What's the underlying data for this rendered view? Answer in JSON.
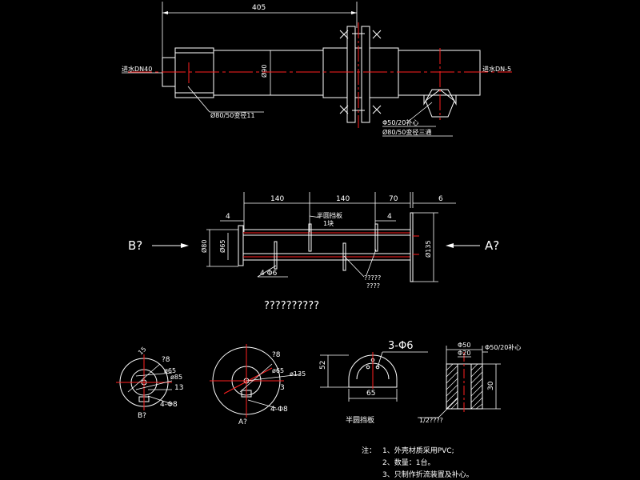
{
  "top_view": {
    "dim_length": "405",
    "label_inlet": "进水DN40",
    "label_outlet": "进水DN-5",
    "label_diameter": "Ø90",
    "label_reducer1": "Ø80/50变径11",
    "label_pipe2": "Φ50/20补心",
    "label_reducer2": "Ø80/50变径三通"
  },
  "section_view": {
    "dim_140a": "140",
    "dim_140b": "140",
    "dim_70": "70",
    "dim_6": "6",
    "dim_4a": "4",
    "dim_4b": "4",
    "label_baffle": "半圆挡板",
    "label_qty": "1块",
    "label_d80": "Ø80",
    "label_d65": "Ø65",
    "label_d135": "Ø135",
    "label_holes": "4 Φ6",
    "label_b": "B?",
    "label_a": "A?",
    "label_q1": "?????",
    "label_q2": "????"
  },
  "caption": "??????????",
  "view_b": {
    "label": "B?",
    "d15": "15",
    "d8": "?8",
    "d65": "ø65",
    "d85": "ø85",
    "d13": "13",
    "holes": "4-Φ8"
  },
  "view_a": {
    "label": "A?",
    "d8": "?8",
    "d65": "ø65",
    "d135": "ø135",
    "d3": "3",
    "holes": "4-Φ8"
  },
  "baffle": {
    "holes": "3-Φ6",
    "d52": "52",
    "d65": "65",
    "title": "半圆挡板"
  },
  "bushing": {
    "d50": "Φ50",
    "d20": "Φ20",
    "label": "Φ50/20补心",
    "d30": "30",
    "ratio": "1/2????"
  },
  "notes": {
    "prefix": "注：",
    "line1": "1、外壳材质采用PVC;",
    "line2": "2、数量：1台。",
    "line3": "3、只制作折流装置及补心。"
  },
  "colors": {
    "line": "#ffffff",
    "center": "#ff2020",
    "background": "#000000"
  }
}
